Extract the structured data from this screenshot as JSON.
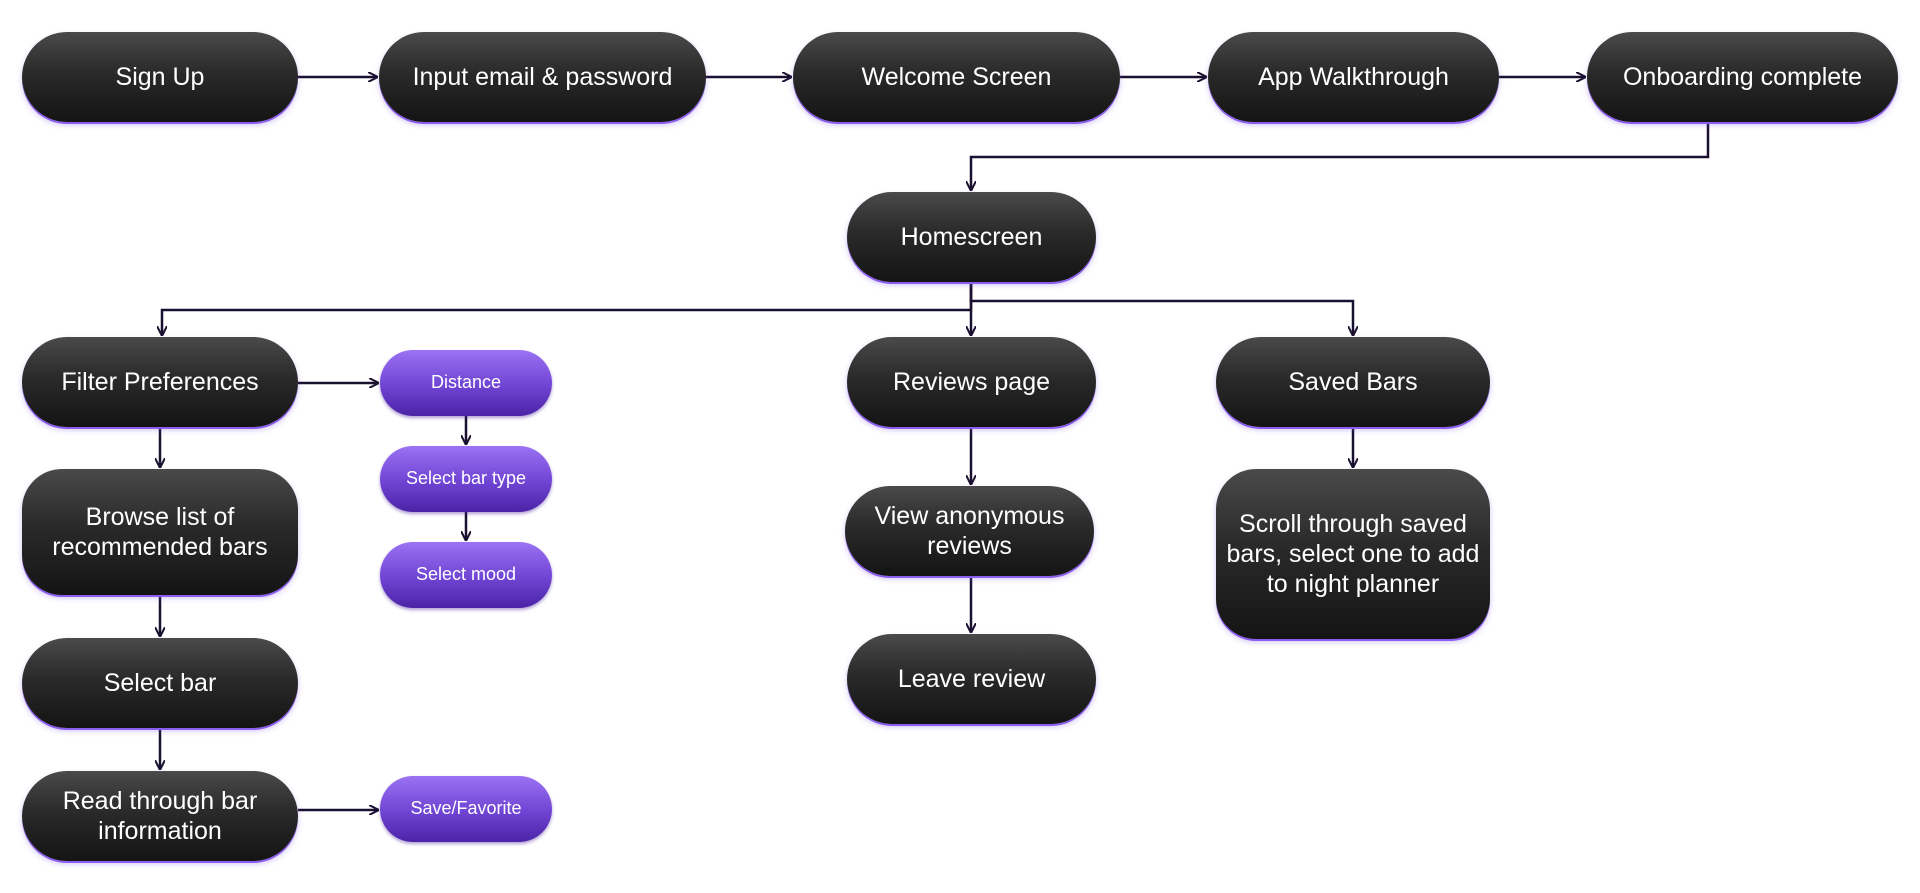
{
  "diagram": {
    "nodes": [
      {
        "id": "signup",
        "label": "Sign Up",
        "kind": "dark"
      },
      {
        "id": "input",
        "label": "Input email & password",
        "kind": "dark"
      },
      {
        "id": "welcome",
        "label": "Welcome Screen",
        "kind": "dark"
      },
      {
        "id": "walkthrough",
        "label": "App Walkthrough",
        "kind": "dark"
      },
      {
        "id": "onboard",
        "label": "Onboarding complete",
        "kind": "dark"
      },
      {
        "id": "home",
        "label": "Homescreen",
        "kind": "dark"
      },
      {
        "id": "filter",
        "label": "Filter Preferences",
        "kind": "dark"
      },
      {
        "id": "browse",
        "label": "Browse list of recommended bars",
        "kind": "dark"
      },
      {
        "id": "selectbar",
        "label": "Select bar",
        "kind": "dark"
      },
      {
        "id": "readinfo",
        "label": "Read through bar information",
        "kind": "dark"
      },
      {
        "id": "distance",
        "label": "Distance",
        "kind": "purple"
      },
      {
        "id": "bartype",
        "label": "Select bar type",
        "kind": "purple"
      },
      {
        "id": "mood",
        "label": "Select mood",
        "kind": "purple"
      },
      {
        "id": "savefav",
        "label": "Save/Favorite",
        "kind": "purple"
      },
      {
        "id": "reviews",
        "label": "Reviews page",
        "kind": "dark"
      },
      {
        "id": "anon",
        "label": "View anonymous reviews",
        "kind": "dark"
      },
      {
        "id": "leave",
        "label": "Leave review",
        "kind": "dark"
      },
      {
        "id": "saved",
        "label": "Saved Bars",
        "kind": "dark"
      },
      {
        "id": "scroll",
        "label": "Scroll through saved bars, select one to add to night planner",
        "kind": "dark"
      }
    ],
    "edges": [
      {
        "from": "signup",
        "to": "input"
      },
      {
        "from": "input",
        "to": "welcome"
      },
      {
        "from": "welcome",
        "to": "walkthrough"
      },
      {
        "from": "walkthrough",
        "to": "onboard"
      },
      {
        "from": "onboard",
        "to": "home"
      },
      {
        "from": "home",
        "to": "filter"
      },
      {
        "from": "home",
        "to": "reviews"
      },
      {
        "from": "home",
        "to": "saved"
      },
      {
        "from": "filter",
        "to": "distance"
      },
      {
        "from": "filter",
        "to": "browse"
      },
      {
        "from": "distance",
        "to": "bartype"
      },
      {
        "from": "bartype",
        "to": "mood"
      },
      {
        "from": "browse",
        "to": "selectbar"
      },
      {
        "from": "selectbar",
        "to": "readinfo"
      },
      {
        "from": "readinfo",
        "to": "savefav"
      },
      {
        "from": "reviews",
        "to": "anon"
      },
      {
        "from": "anon",
        "to": "leave"
      },
      {
        "from": "saved",
        "to": "scroll"
      }
    ],
    "colors": {
      "node_dark": "#1e1e1e",
      "node_purple": "#7b4fe0",
      "node_text": "#ffffff",
      "connector": "#1a1030",
      "shadow_accent": "#8a5cf0"
    }
  }
}
